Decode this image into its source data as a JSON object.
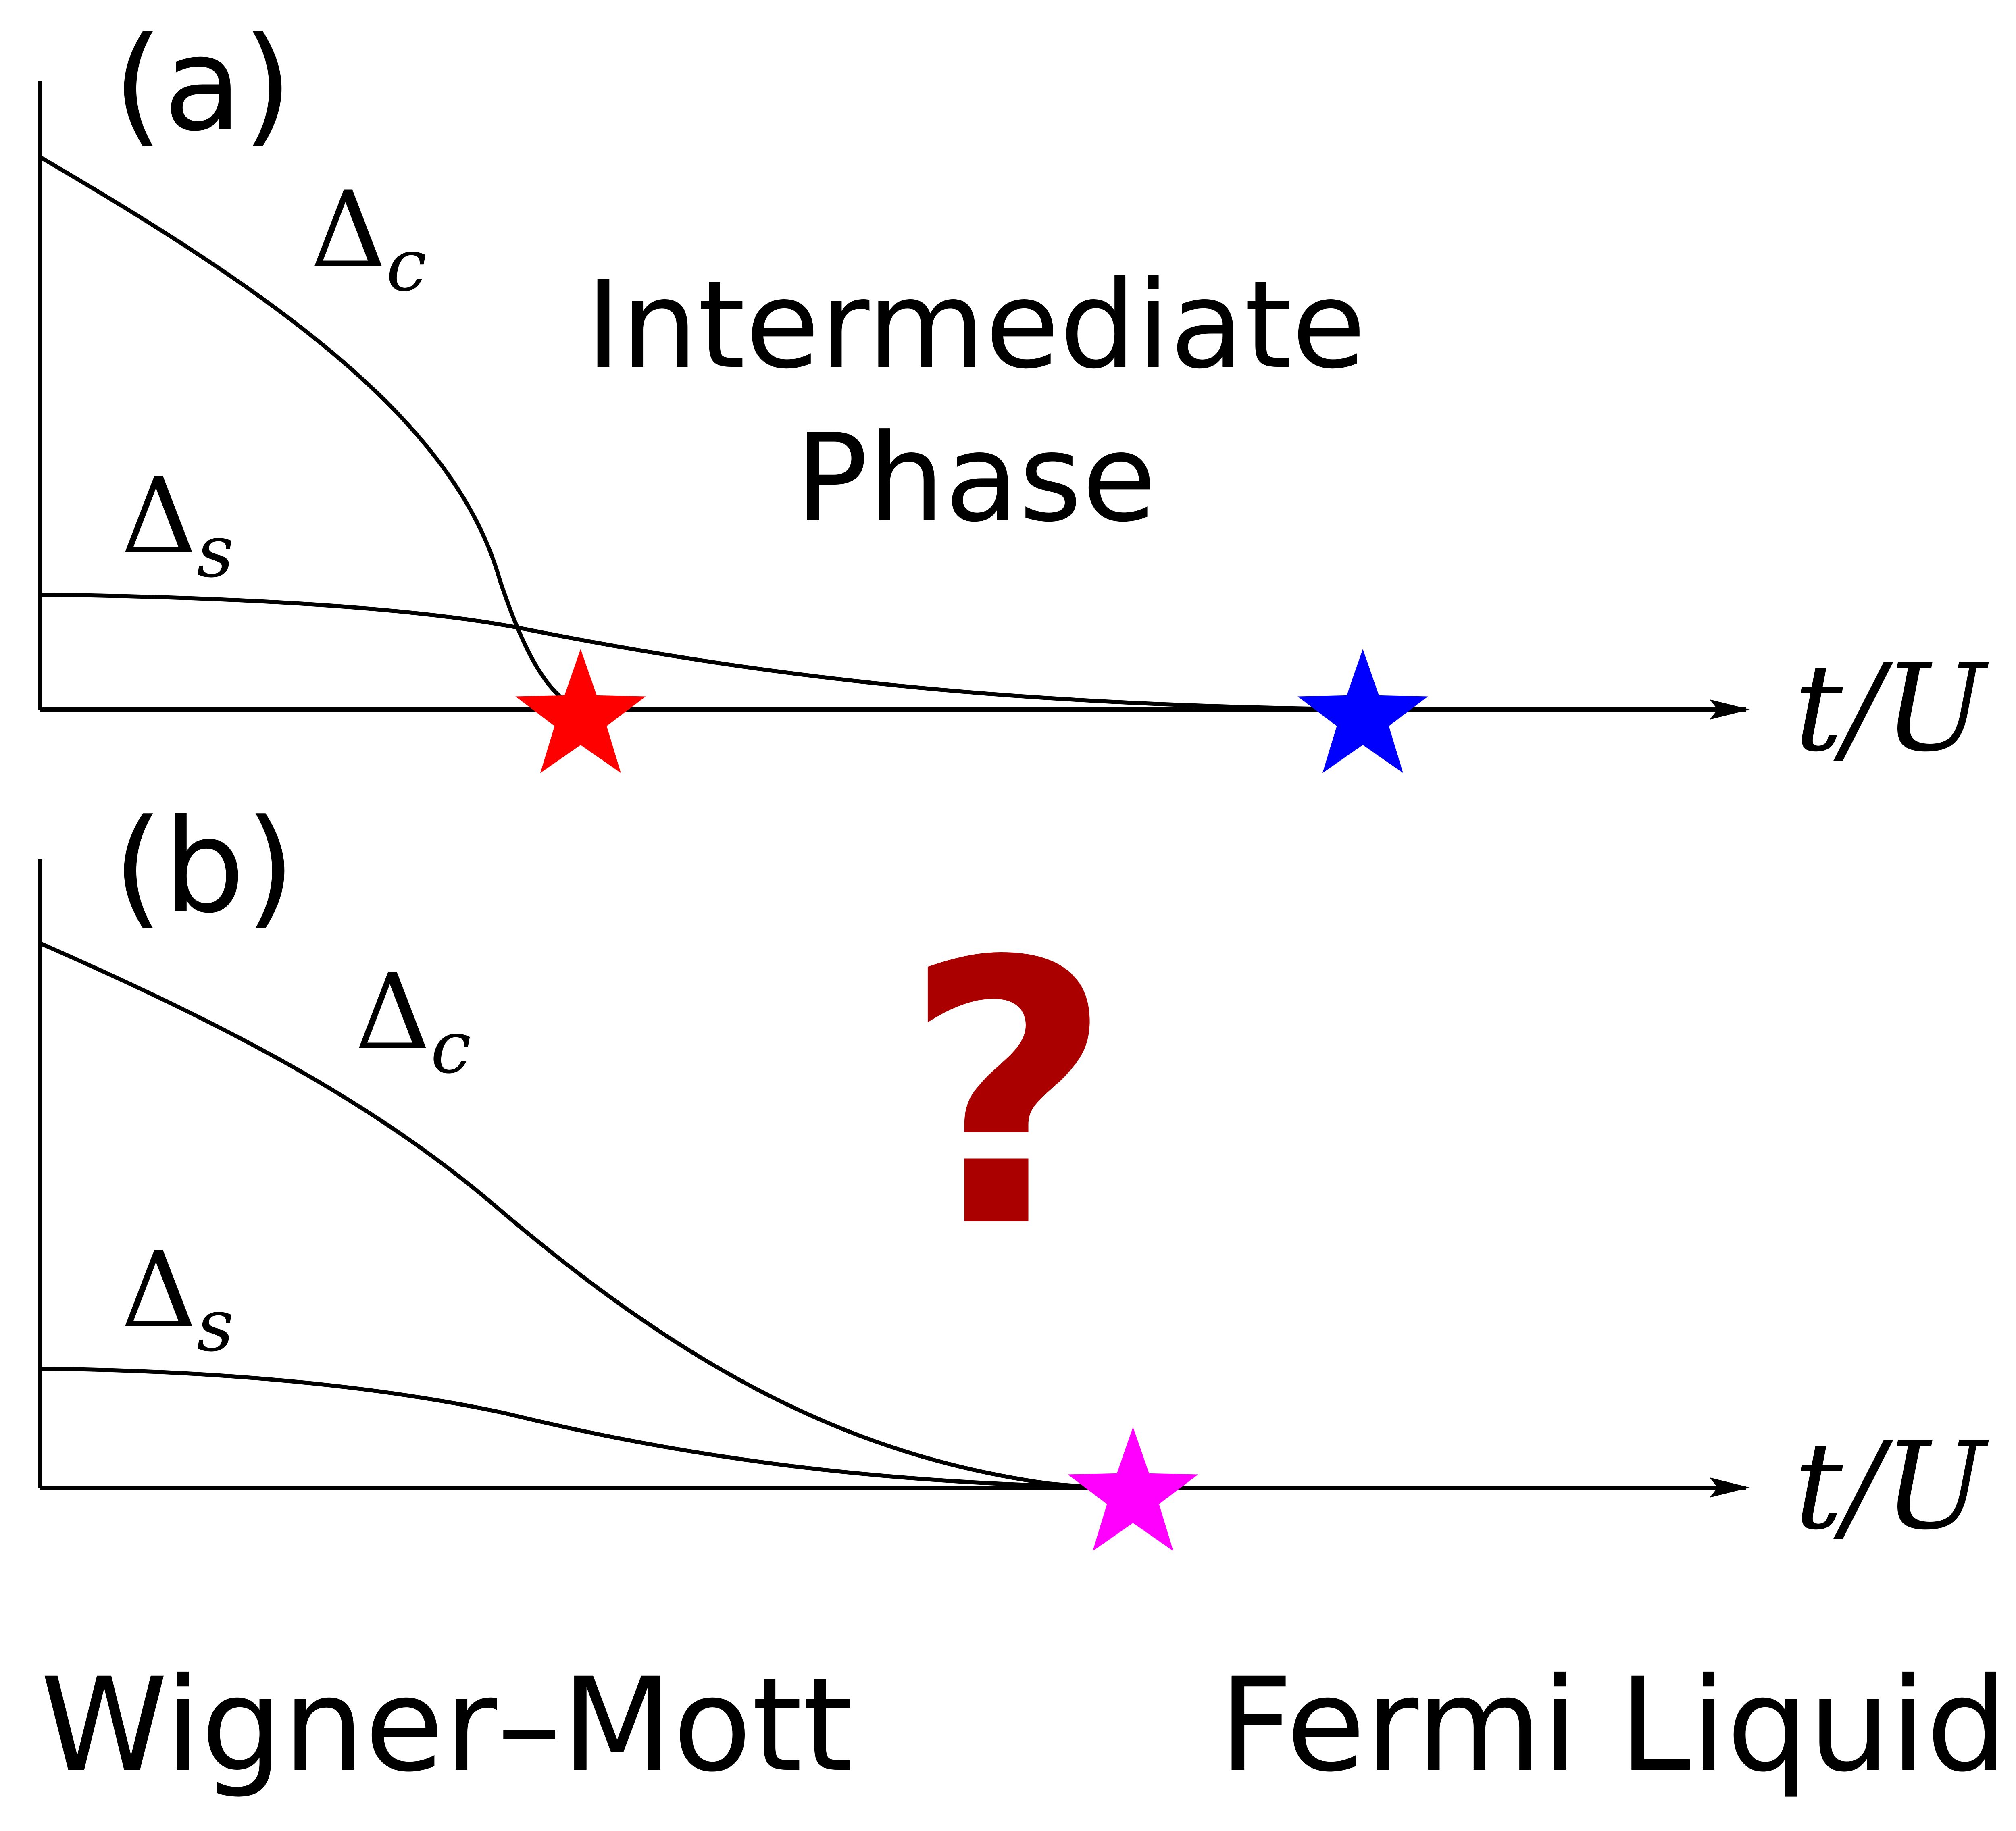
{
  "panel_a": {
    "label": "(a)",
    "curve_c_symbol": "Δ",
    "curve_c_subscript": "c",
    "curve_s_symbol": "Δ",
    "curve_s_subscript": "s",
    "region_line1": "Intermediate",
    "region_line2": "Phase",
    "axis_label": "t/U",
    "marker_colors": {
      "first": "#ff0000",
      "second": "#0000ff"
    }
  },
  "panel_b": {
    "label": "(b)",
    "curve_c_symbol": "Δ",
    "curve_c_subscript": "c",
    "curve_s_symbol": "Δ",
    "curve_s_subscript": "s",
    "question": "?",
    "question_color": "#aa0000",
    "axis_label": "t/U",
    "marker_colors": {
      "first": "#ff00ff"
    }
  },
  "bottom": {
    "left_label": "Wigner–Mott",
    "right_label": "Fermi Liquid"
  }
}
